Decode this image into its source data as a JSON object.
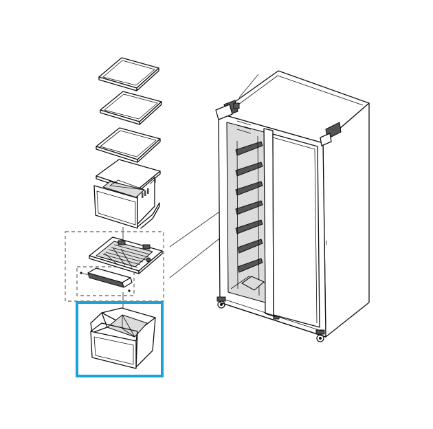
{
  "colors": {
    "highlight": "#1aa3d6",
    "line": "#111111",
    "background": "#ffffff"
  },
  "diagram": {
    "parts": [
      "glass-shelf-top",
      "glass-shelf-middle",
      "glass-shelf-lower",
      "glass-shelf-cover",
      "upper-drawer",
      "drawer-frame-assembly",
      "drawer-rail-cover",
      "lower-drawer-highlighted",
      "refrigerator-cabinet"
    ],
    "selected_part": "lower-drawer-highlighted"
  }
}
